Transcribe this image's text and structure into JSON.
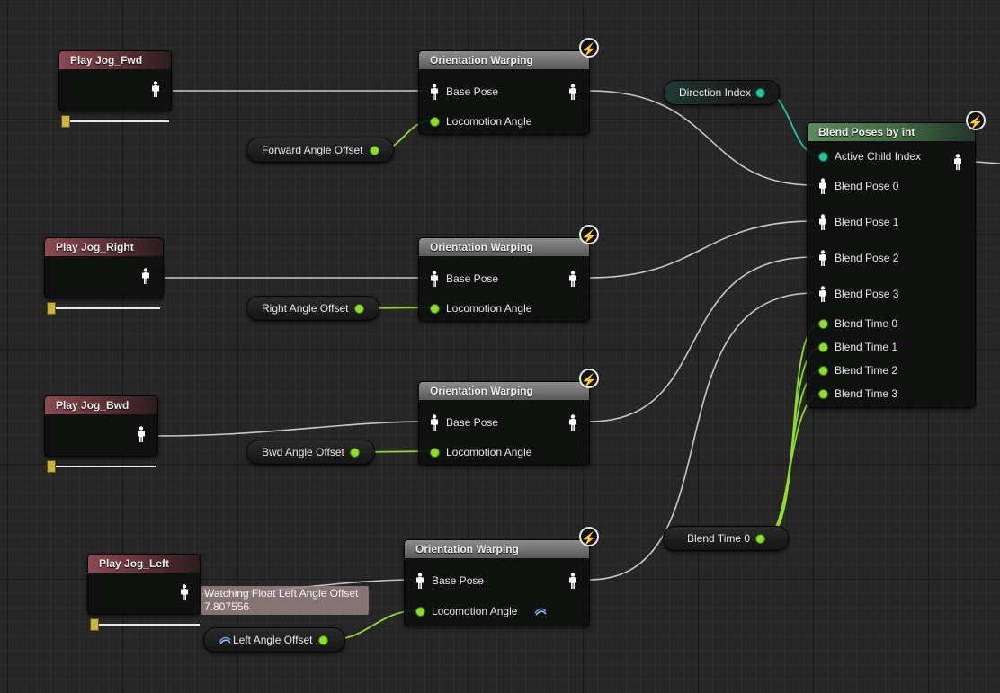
{
  "colors": {
    "exec_green": "#8dde2c",
    "int_teal": "#23c4a0",
    "pose_wire": "#c8c8c8",
    "grid_bg": "#262626"
  },
  "icons": {
    "pose": "pose-figure-icon",
    "bolt": "lightning-bolt-icon",
    "watch": "watch-eye-icon"
  },
  "play_nodes": [
    {
      "title": "Play Jog_Fwd"
    },
    {
      "title": "Play Jog_Right"
    },
    {
      "title": "Play Jog_Bwd"
    },
    {
      "title": "Play Jog_Left"
    }
  ],
  "warp_nodes": [
    {
      "title": "Orientation Warping",
      "base_pose": "Base Pose",
      "loco": "Locomotion Angle"
    },
    {
      "title": "Orientation Warping",
      "base_pose": "Base Pose",
      "loco": "Locomotion Angle"
    },
    {
      "title": "Orientation Warping",
      "base_pose": "Base Pose",
      "loco": "Locomotion Angle"
    },
    {
      "title": "Orientation Warping",
      "base_pose": "Base Pose",
      "loco": "Locomotion Angle"
    }
  ],
  "variables": {
    "forward": "Forward Angle Offset",
    "right": "Right Angle Offset",
    "bwd": "Bwd Angle Offset",
    "left": "Left Angle Offset",
    "direction": "Direction Index",
    "blend_time": "Blend Time 0"
  },
  "watch": {
    "label": "Watching Float Left Angle Offset",
    "value": "7.807556"
  },
  "blend_node": {
    "title": "Blend Poses by int",
    "pins": [
      "Active Child Index",
      "Blend Pose 0",
      "Blend Pose 1",
      "Blend Pose 2",
      "Blend Pose 3",
      "Blend Time 0",
      "Blend Time 1",
      "Blend Time 2",
      "Blend Time 3"
    ]
  }
}
